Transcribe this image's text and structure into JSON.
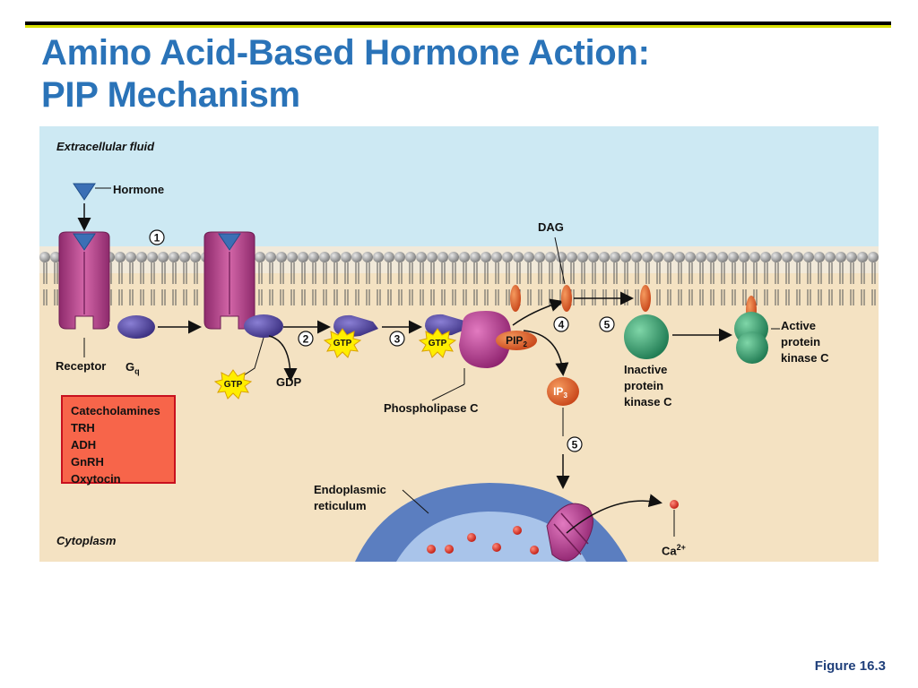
{
  "title": {
    "line1": "Amino Acid-Based Hormone Action:",
    "line2": "PIP Mechanism"
  },
  "labels": {
    "extracellular": "Extracellular fluid",
    "hormone": "Hormone",
    "dag": "DAG",
    "receptor": "Receptor",
    "gq_main": "G",
    "gq_sub": "q",
    "gdp": "GDP",
    "gtp": "GTP",
    "pip_main": "PIP",
    "pip_sub": "2",
    "ip_main": "IP",
    "ip_sub": "3",
    "phospholipase": "Phospholipase C",
    "inactive_pkc": [
      "Inactive",
      "protein",
      "kinase C"
    ],
    "active_pkc": [
      "Active",
      "protein",
      "kinase C"
    ],
    "er": [
      "Endoplasmic",
      "reticulum"
    ],
    "cytoplasm": "Cytoplasm",
    "ca_main": "Ca",
    "ca_sup": "2+"
  },
  "steps": [
    "1",
    "2",
    "3",
    "4",
    "5",
    "5"
  ],
  "hormone_list": [
    "Catecholamines",
    "TRH",
    "ADH",
    "GnRH",
    "Oxytocin"
  ],
  "figure_ref": "Figure 16.3",
  "colors": {
    "title": "#2a73b8",
    "extracellular": "#cde9f3",
    "cytoplasm": "#f4e2c2",
    "receptor": "#a8327a",
    "g_protein": "#4b3d94",
    "dag": "#e05a1e",
    "pkc": "#2e9a6a",
    "er": "#5b7ec0",
    "calcium": "#e02a1e",
    "list_box": "#f7654a"
  }
}
